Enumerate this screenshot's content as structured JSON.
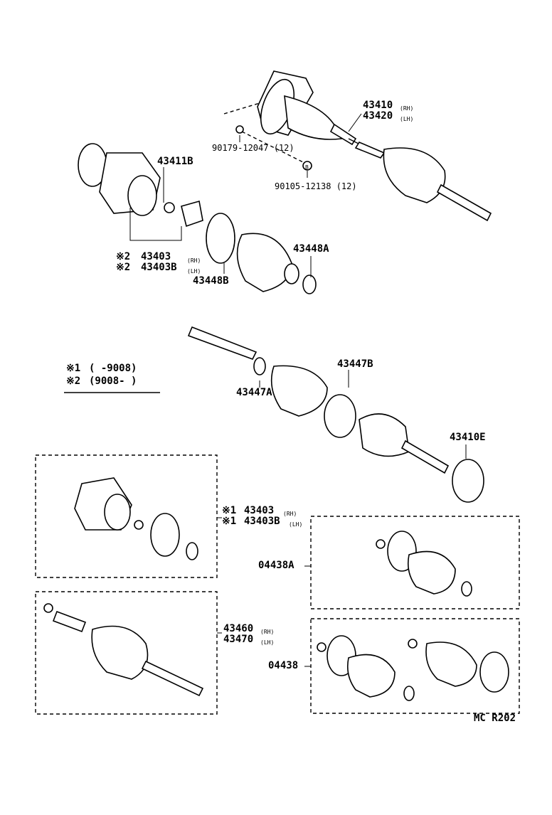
{
  "labels": {
    "p43410": "43410",
    "p43410_side": "(RH)",
    "p43420": "43420",
    "p43420_side": "(LH)",
    "p90179": "90179-12047 (12)",
    "p90105": "90105-12138 (12)",
    "p43411B": "43411B",
    "p43403_mark": "※2",
    "p43403": "43403",
    "p43403_side": "(RH)",
    "p43403B_mark": "※2",
    "p43403B": "43403B",
    "p43403B_side": "(LH)",
    "p43448A": "43448A",
    "p43448B": "43448B",
    "p43447B": "43447B",
    "p43447A": "43447A",
    "p43410E": "43410E",
    "legend1_mark": "※1",
    "legend1_text": "(      -9008)",
    "legend2_mark": "※2",
    "legend2_text": "(9008-      )",
    "box1_403_mark": "※1",
    "box1_403": "43403",
    "box1_403_side": "(RH)",
    "box1_403B_mark": "※1",
    "box1_403B": "43403B",
    "box1_403B_side": "(LH)",
    "p04438A": "04438A",
    "p43460": "43460",
    "p43460_side": "(RH)",
    "p43470": "43470",
    "p43470_side": "(LH)",
    "p04438": "04438",
    "code": "MC R202",
    "bolt_mark": "B"
  }
}
